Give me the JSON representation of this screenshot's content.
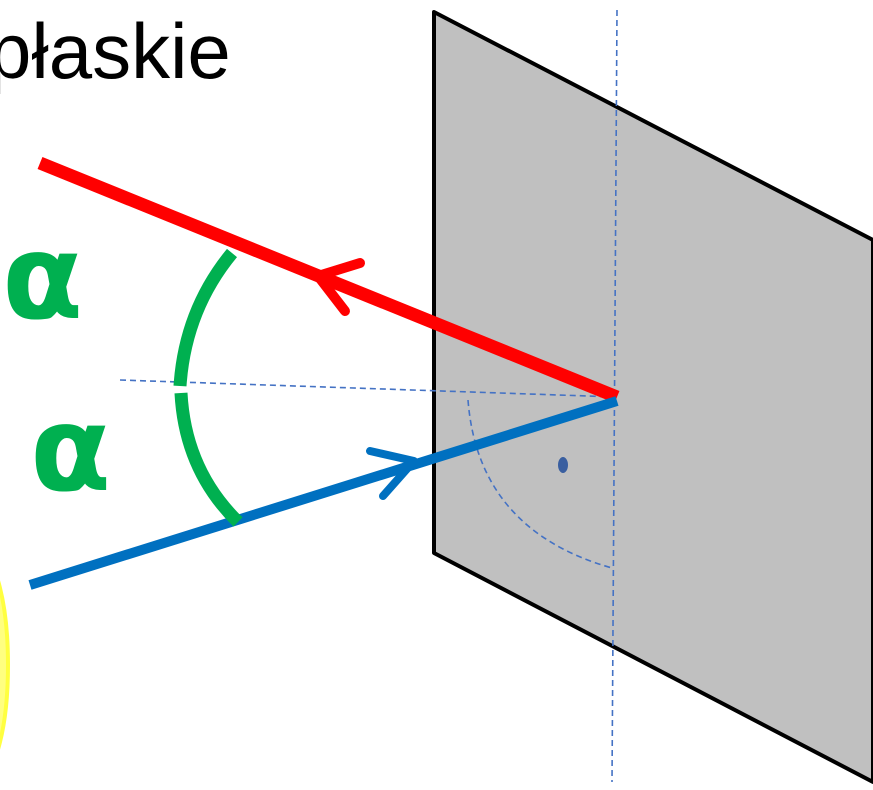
{
  "title_fragment": "płaskie",
  "angle_labels": {
    "upper": "α",
    "lower": "α"
  },
  "colors": {
    "mirror_fill": "#c0c0c0",
    "mirror_edge": "#000000",
    "reflected_ray": "#ff0000",
    "incident_ray": "#0070c0",
    "angle_arc": "#00b050",
    "dashed_guides": "#4472c4",
    "light_source": "#ffff80"
  }
}
